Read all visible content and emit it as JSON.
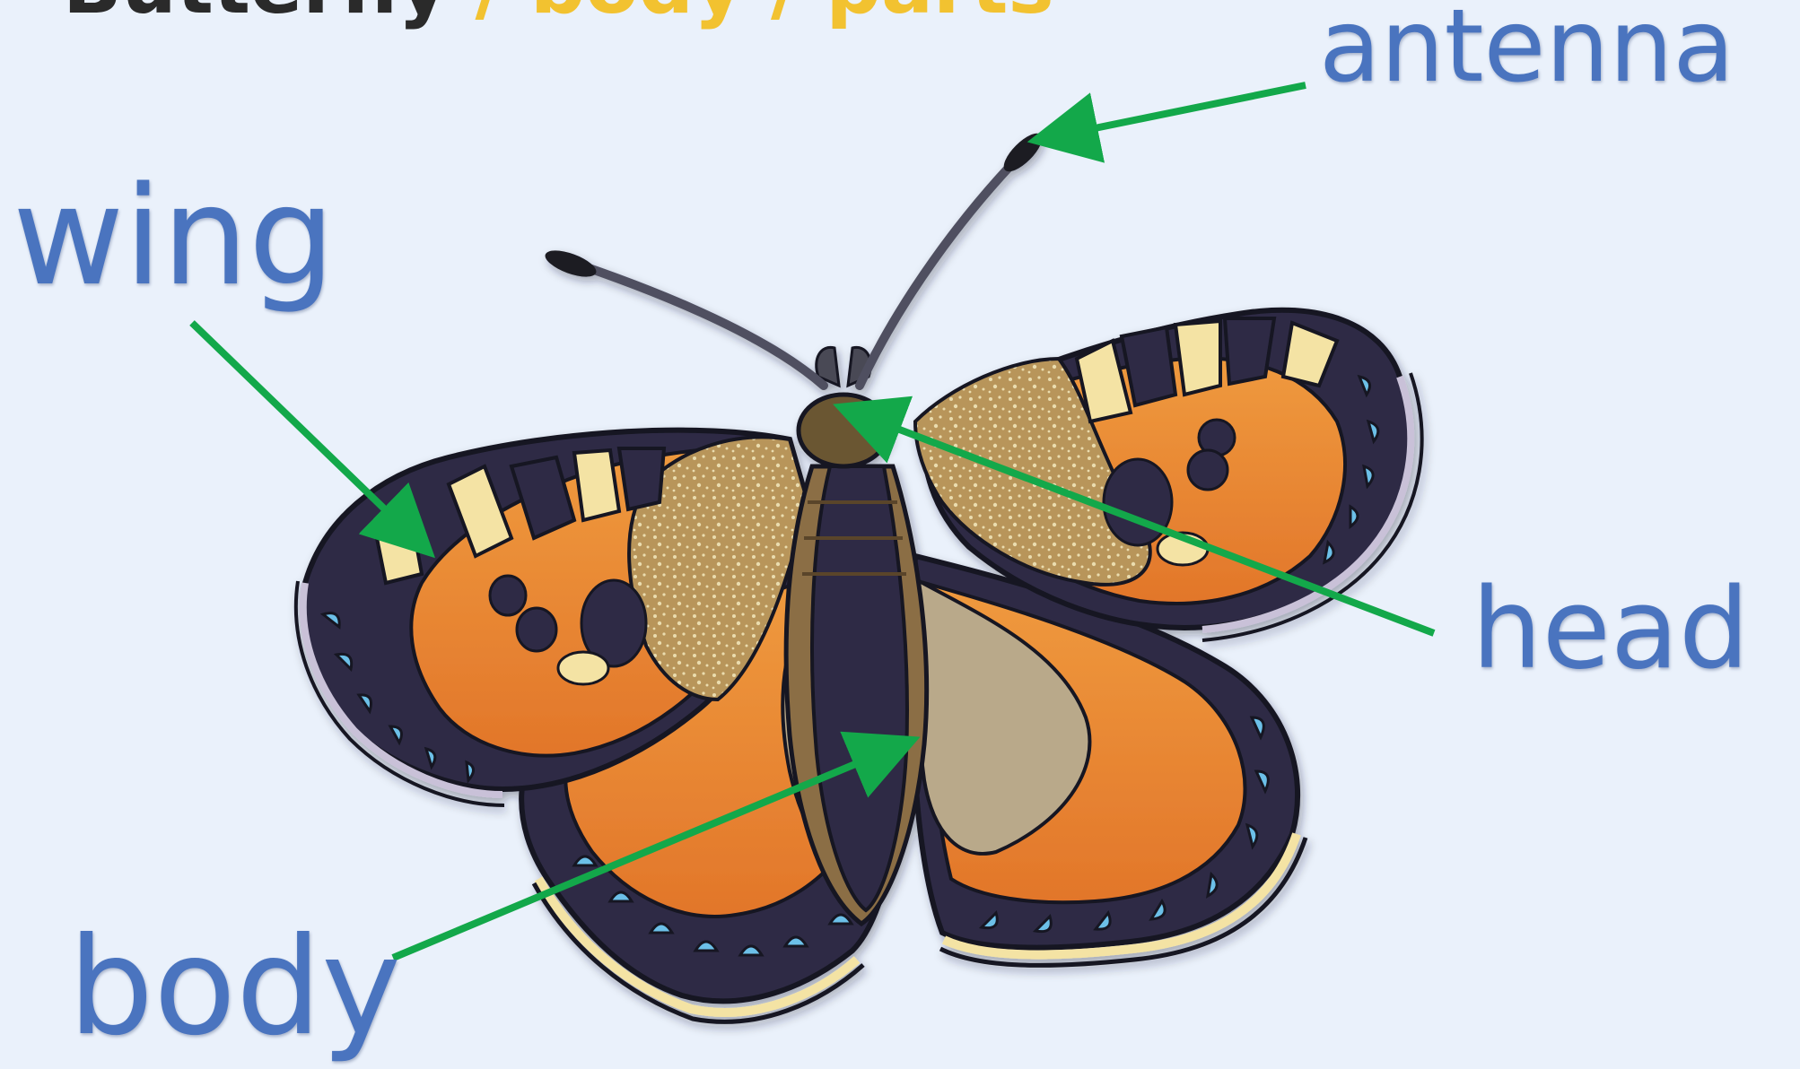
{
  "title": {
    "word1": "Butterfly",
    "sep1": " / ",
    "word2": "body",
    "sep2": " / ",
    "word3": "parts"
  },
  "labels": {
    "antenna": "antenna",
    "wing": "wing",
    "head": "head",
    "body": "body"
  },
  "colors": {
    "background": "#eaf1fb",
    "label_text": "#4a74bf",
    "arrow": "#13a84a",
    "wing_orange": "#e8822c",
    "wing_dark": "#2e2c44",
    "wing_cream": "#f4e3a4",
    "wing_blue": "#6cc0e8",
    "body_tan": "#b9a98a"
  }
}
